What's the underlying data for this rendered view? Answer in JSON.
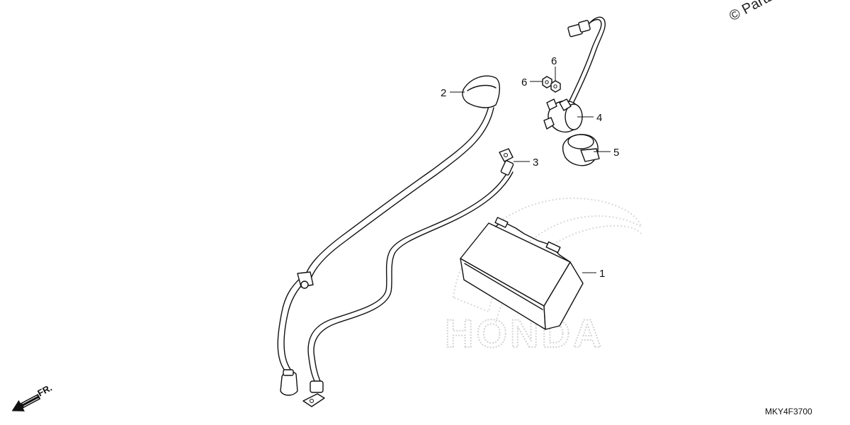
{
  "copyright_text": "© Partz",
  "watermark_text": "HONDA",
  "diagram_code": "MKY4F3700",
  "front_indicator": {
    "label": "FR.",
    "icon": "front-direction-arrow-icon"
  },
  "callouts": [
    {
      "id": "c1",
      "label": "1",
      "part": "battery"
    },
    {
      "id": "c2",
      "label": "2",
      "part": "starter-motor-cable"
    },
    {
      "id": "c3",
      "label": "3",
      "part": "ground-cable"
    },
    {
      "id": "c4",
      "label": "4",
      "part": "starter-relay-switch"
    },
    {
      "id": "c5",
      "label": "5",
      "part": "relay-cover"
    },
    {
      "id": "c6a",
      "label": "6",
      "part": "nut"
    },
    {
      "id": "c6b",
      "label": "6",
      "part": "nut"
    }
  ]
}
